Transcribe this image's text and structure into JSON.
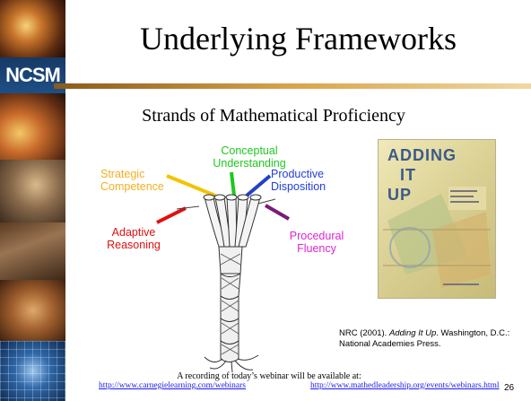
{
  "sidebar": {
    "logo_text": "NCSM"
  },
  "slide": {
    "title": "Underlying Frameworks",
    "subtitle": "Strands of Mathematical Proficiency",
    "strands": {
      "conceptual": {
        "line1": "Conceptual",
        "line2": "Understanding",
        "color": "#1ec81e"
      },
      "strategic": {
        "line1": "Strategic",
        "line2": "Competence",
        "color": "#f2b020"
      },
      "productive": {
        "line1": "Productive",
        "line2": "Disposition",
        "color": "#2340d8"
      },
      "adaptive": {
        "line1": "Adaptive",
        "line2": "Reasoning",
        "color": "#e01010"
      },
      "procedural": {
        "line1": "Procedural",
        "line2": "Fluency",
        "color": "#e024d4"
      }
    },
    "book_cover": {
      "title_line1": "ADDING",
      "title_line2": "IT",
      "title_line3": "UP"
    },
    "citation": {
      "prefix": "NRC (2001). ",
      "title": "Adding It Up",
      "suffix": ". Washington, D.C.: National Academies Press."
    }
  },
  "footer": {
    "notice": "A recording of today’s webinar will be available at:",
    "link1": "http://www.carnegielearning.com/webinars",
    "link2": "http://www.mathedleadership.org/events/webinars.html",
    "page_number": "26"
  }
}
